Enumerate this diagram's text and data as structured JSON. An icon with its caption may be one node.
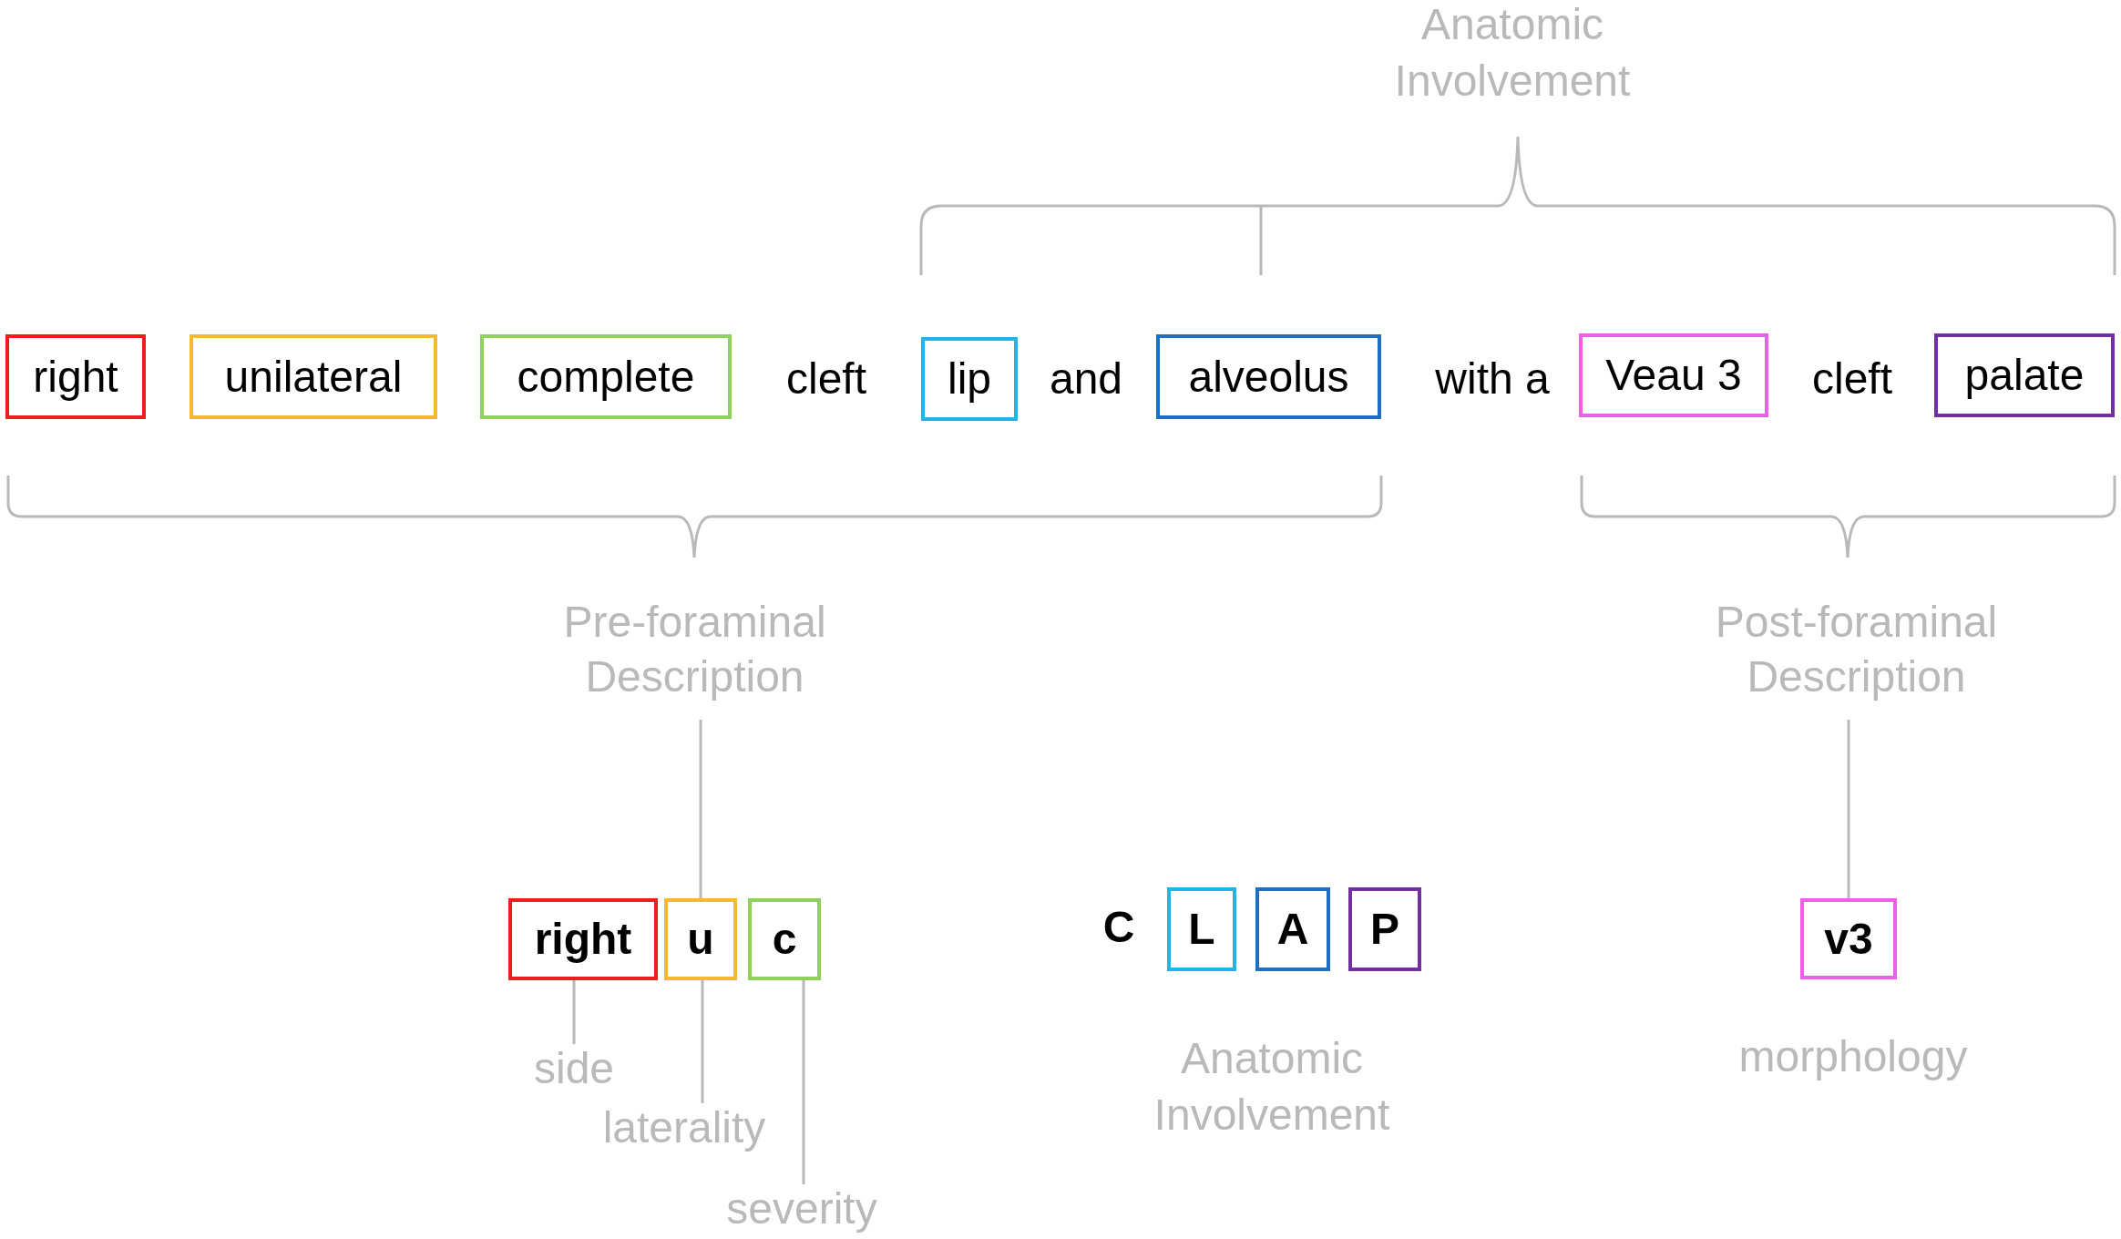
{
  "diagram": {
    "nodes": [
      {
        "text": [
          "right"
        ]
      },
      {
        "text": [
          "unilateral"
        ]
      },
      {
        "text": [
          "complete"
        ]
      },
      {
        "text": [
          "lip"
        ]
      },
      {
        "text": [
          "alveolus"
        ]
      },
      {
        "text": [
          "Veau 3"
        ]
      },
      {
        "text": [
          "palate"
        ]
      },
      {
        "text": [
          "Pre-foraminal Description"
        ]
      },
      {
        "text": [
          "Post-foraminal Description"
        ]
      },
      {
        "text": [
          "right"
        ]
      },
      {
        "text": [
          "u"
        ]
      },
      {
        "text": [
          "c"
        ]
      },
      {
        "text": [
          "L"
        ]
      },
      {
        "text": [
          "A"
        ]
      },
      {
        "text": [
          "P"
        ]
      },
      {
        "text": [
          "v3"
        ]
      },
      {
        "text": [
          "side"
        ]
      },
      {
        "text": [
          "laterality"
        ]
      },
      {
        "text": [
          "severity"
        ]
      }
    ],
    "edges": [
      {
        "from": 7,
        "to": 10,
        "arrow": "none"
      },
      {
        "from": 8,
        "to": 15,
        "arrow": "none"
      },
      {
        "from": 16,
        "to": 9,
        "arrow": "none"
      },
      {
        "from": 17,
        "to": 10,
        "arrow": "none"
      },
      {
        "from": 18,
        "to": 11,
        "arrow": "none"
      }
    ],
    "labels": [
      "Anatomic Involvement",
      "cleft",
      "and",
      "with a",
      "cleft",
      "C",
      "Anatomic Involvement",
      "morphology"
    ]
  }
}
